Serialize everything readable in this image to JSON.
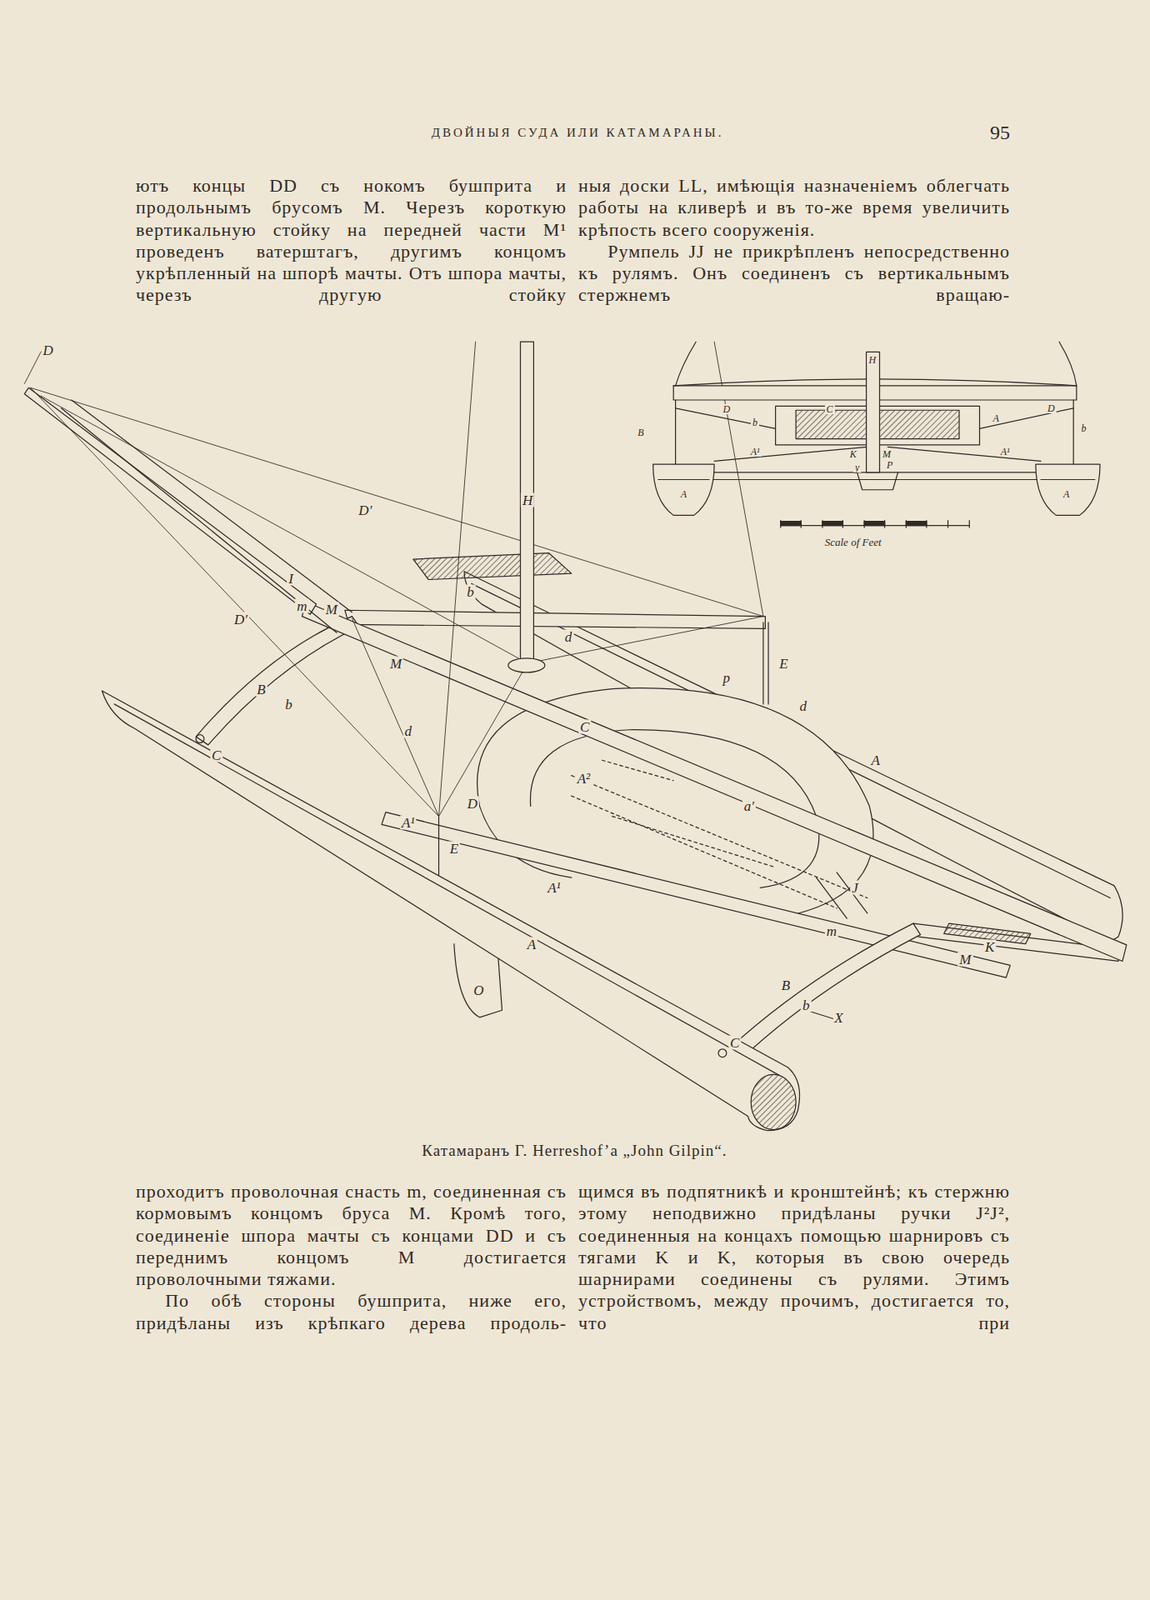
{
  "diagram": {
    "title": "ДВОЙНЫЯ СУДА ИЛИ КАТАМАРАНЫ.",
    "caption": "Катамаранъ Г. Herreshof’a „John Gilpin“.",
    "labels": [
      "95",
      "ютъ концы DD съ нокомъ бушприта и продольнымъ брусомъ M. Черезъ короткую вертикальную стойку на передней части M¹ проведенъ ватерштагъ, другимъ концомъ укрѣпленный на шпорѣ мачты. Отъ шпора мачты, черезъ другую стойку",
      "ныя доски LL, имѣющія назначеніемъ облегчать работы на кливерѣ и въ то-же время увеличить крѣпость всего сооруженія.",
      "Румпель JJ не прикрѣпленъ непосредственно къ рулямъ. Онъ соединенъ съ вертикальнымъ стержнемъ вращаю-",
      "проходитъ проволочная снасть m, соединенная съ кормовымъ концомъ бруса M. Кромѣ того, соединеніе шпора мачты съ концами DD и съ переднимъ концомъ M достигается проволочными тяжами.",
      "По обѣ стороны бушприта, ниже его, придѣланы изъ крѣпкаго дерева продоль-",
      "щимся въ подпятникѣ и кронштейнѣ; къ стержню этому неподвижно придѣланы ручки J²J², соединенныя на концахъ помощью шарнировъ съ тягами K и K, которыя въ свою очередь шарнирами соединены съ рулями. Этимъ устройствомъ, между прочимъ, достигается то, что при",
      "H",
      "D",
      "b",
      "C",
      "A",
      "D",
      "B",
      "b",
      "A¹",
      "K",
      "M",
      "A¹",
      "A",
      "A",
      "y",
      "P",
      "Scale of Feet",
      "D",
      "D′",
      "I",
      "D′",
      "m",
      "M",
      "H",
      "b",
      "M",
      "B",
      "b",
      "d",
      "E",
      "p",
      "d",
      "C",
      "A",
      "d",
      "A²",
      "A¹",
      "D",
      "E",
      "a′",
      "A¹",
      "J",
      "m",
      "K",
      "M",
      "A",
      "O",
      "B",
      "b",
      "X",
      "C",
      "C"
    ]
  }
}
